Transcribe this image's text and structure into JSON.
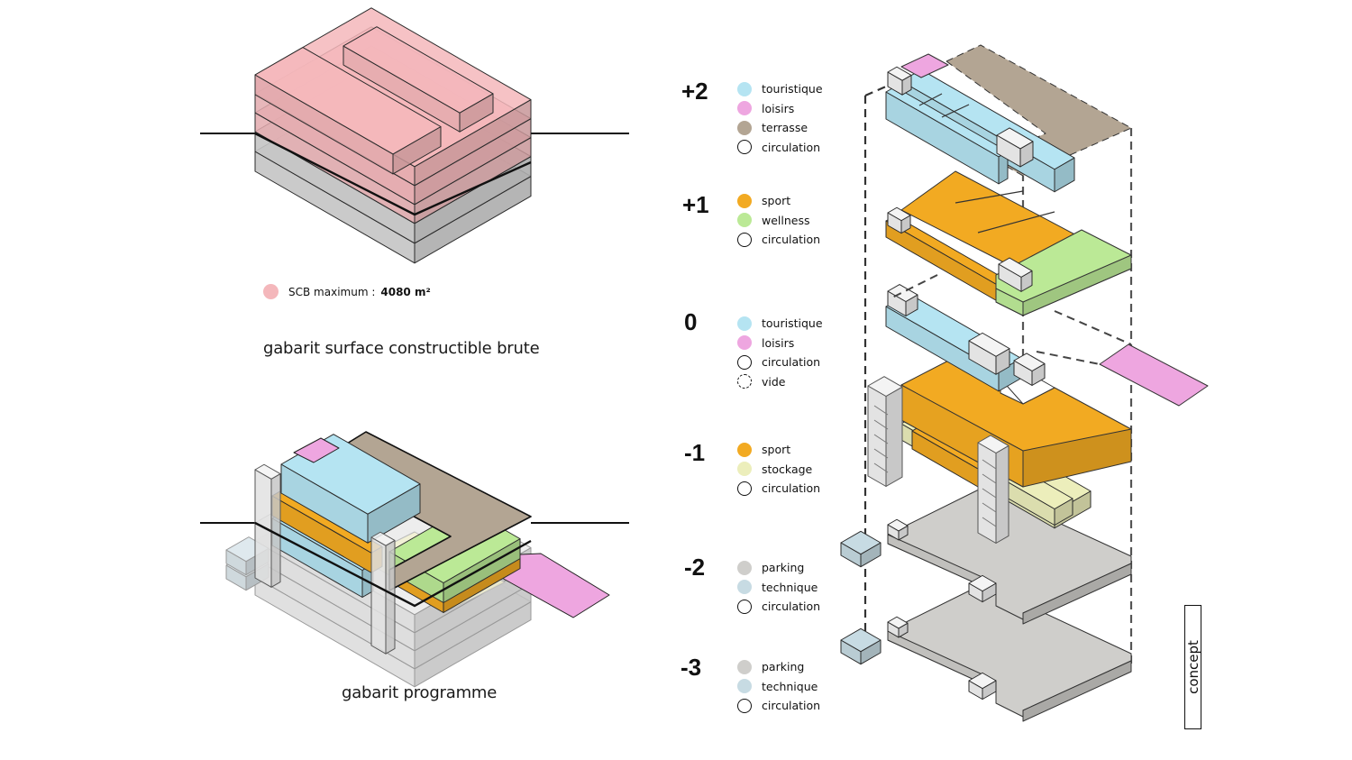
{
  "left_top": {
    "scb_label": "SCB maximum :",
    "scb_value": "4080 m²",
    "caption": "gabarit surface constructible brute"
  },
  "left_bottom": {
    "caption": "gabarit programme"
  },
  "colors": {
    "touristique": "#b5e4f2",
    "loisirs": "#eea6e0",
    "terrasse": "#b3a593",
    "sport": "#f2aa22",
    "wellness": "#bbe996",
    "stockage": "#eceebb",
    "parking": "#cfcecb",
    "technique": "#c7dbe3",
    "scb": "#f4b7bb",
    "underground": "#d3d3d3"
  },
  "levels": [
    {
      "label": "+2",
      "legend": [
        {
          "name": "touristique",
          "swatch": "touristique"
        },
        {
          "name": "loisirs",
          "swatch": "loisirs"
        },
        {
          "name": "terrasse",
          "swatch": "terrasse"
        },
        {
          "name": "circulation",
          "swatch": "outline"
        }
      ]
    },
    {
      "label": "+1",
      "legend": [
        {
          "name": "sport",
          "swatch": "sport"
        },
        {
          "name": "wellness",
          "swatch": "wellness"
        },
        {
          "name": "circulation",
          "swatch": "outline"
        }
      ]
    },
    {
      "label": "0",
      "legend": [
        {
          "name": "touristique",
          "swatch": "touristique"
        },
        {
          "name": "loisirs",
          "swatch": "loisirs"
        },
        {
          "name": "circulation",
          "swatch": "outline"
        },
        {
          "name": "vide",
          "swatch": "dashed"
        }
      ]
    },
    {
      "label": "-1",
      "legend": [
        {
          "name": "sport",
          "swatch": "sport"
        },
        {
          "name": "stockage",
          "swatch": "stockage"
        },
        {
          "name": "circulation",
          "swatch": "outline"
        }
      ]
    },
    {
      "label": "-2",
      "legend": [
        {
          "name": "parking",
          "swatch": "parking"
        },
        {
          "name": "technique",
          "swatch": "technique"
        },
        {
          "name": "circulation",
          "swatch": "outline"
        }
      ]
    },
    {
      "label": "-3",
      "legend": [
        {
          "name": "parking",
          "swatch": "parking"
        },
        {
          "name": "technique",
          "swatch": "technique"
        },
        {
          "name": "circulation",
          "swatch": "outline"
        }
      ]
    }
  ],
  "stamp": "concept"
}
